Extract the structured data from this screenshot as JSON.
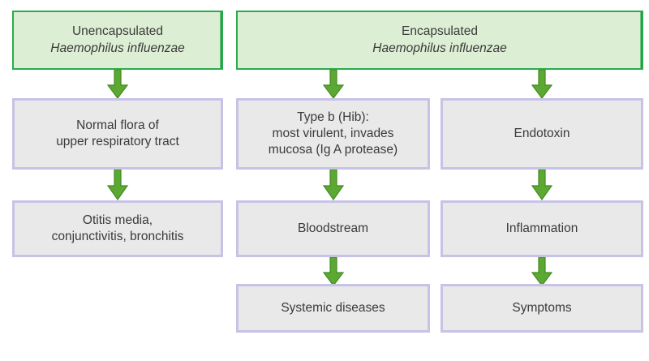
{
  "diagram": {
    "title": "Haemophilus influenzae encapsulated vs unencapsulated pathogenesis",
    "background_color": "#ffffff",
    "colors": {
      "green_box_fill": "#dcefd4",
      "green_box_border": "#2aab4e",
      "gray_box_fill": "#e9e9e9",
      "gray_box_border": "#c8c2e6",
      "arrow_fill": "#5da832",
      "arrow_stroke": "#3f8c1f",
      "text": "#3a3a3a"
    }
  },
  "columns": {
    "left": {
      "name": "unencapsulated-branch",
      "nodes": [
        {
          "id": "unencapsulated",
          "style": "green",
          "line1": "Unencapsulated",
          "line2": "Haemophilus influenzae",
          "line2_italic": true
        },
        {
          "id": "normal-flora",
          "style": "gray",
          "text": "Normal flora of\nupper respiratory tract"
        },
        {
          "id": "local-infections",
          "style": "gray",
          "text": "Otitis media,\nconjunctivitis, bronchitis"
        }
      ]
    },
    "encapsulated_header": {
      "id": "encapsulated",
      "style": "green",
      "line1": "Encapsulated",
      "line2": "Haemophilus influenzae",
      "line2_italic": true
    },
    "middle": {
      "name": "type-b-branch",
      "nodes": [
        {
          "id": "type-b",
          "style": "gray",
          "text": "Type b (Hib):\nmost virulent, invades\nmucosa (Ig A protease)"
        },
        {
          "id": "bloodstream",
          "style": "gray",
          "text": "Bloodstream"
        },
        {
          "id": "systemic-diseases",
          "style": "gray",
          "text": "Systemic diseases"
        }
      ]
    },
    "right": {
      "name": "endotoxin-branch",
      "nodes": [
        {
          "id": "endotoxin",
          "style": "gray",
          "text": "Endotoxin"
        },
        {
          "id": "inflammation",
          "style": "gray",
          "text": "Inflammation"
        },
        {
          "id": "symptoms",
          "style": "gray",
          "text": "Symptoms"
        }
      ]
    }
  },
  "arrows": [
    {
      "id": "arrow-unencapsulated-to-flora",
      "from": "unencapsulated",
      "to": "normal-flora"
    },
    {
      "id": "arrow-flora-to-local",
      "from": "normal-flora",
      "to": "local-infections"
    },
    {
      "id": "arrow-encapsulated-to-typeb",
      "from": "encapsulated",
      "to": "type-b"
    },
    {
      "id": "arrow-encapsulated-to-endotoxin",
      "from": "encapsulated",
      "to": "endotoxin"
    },
    {
      "id": "arrow-typeb-to-bloodstream",
      "from": "type-b",
      "to": "bloodstream"
    },
    {
      "id": "arrow-bloodstream-to-systemic",
      "from": "bloodstream",
      "to": "systemic-diseases"
    },
    {
      "id": "arrow-endotoxin-to-inflammation",
      "from": "endotoxin",
      "to": "inflammation"
    },
    {
      "id": "arrow-inflammation-to-symptoms",
      "from": "inflammation",
      "to": "symptoms"
    }
  ]
}
